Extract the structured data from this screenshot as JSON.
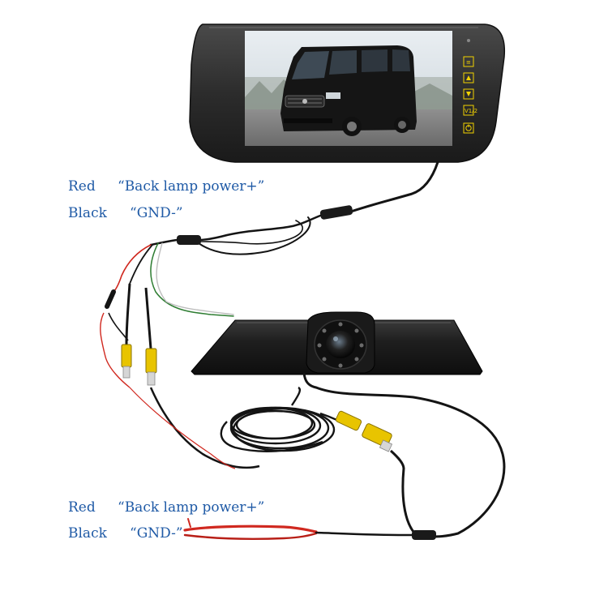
{
  "labels": {
    "top": {
      "red_word": "Red",
      "red_text": "“Back lamp power+”",
      "black_word": "Black",
      "black_text": "“GND-”"
    },
    "bottom": {
      "red_word": "Red",
      "red_text": "“Back lamp power+”",
      "black_word": "Black",
      "black_text": "“GND-”"
    }
  },
  "colors": {
    "label_text": "#1f5aa6",
    "monitor_body": "#2b2b2b",
    "monitor_button": "#f2d200",
    "camera_bar": "#1c1c1c",
    "wire_black": "#141414",
    "wire_red": "#d0281f",
    "wire_green": "#2e7d32",
    "rca_yellow": "#e8c400"
  },
  "icons": {
    "monitor_buttons": [
      "menu-icon",
      "up-arrow-icon",
      "down-arrow-icon",
      "v1-v2-icon",
      "power-icon"
    ]
  }
}
